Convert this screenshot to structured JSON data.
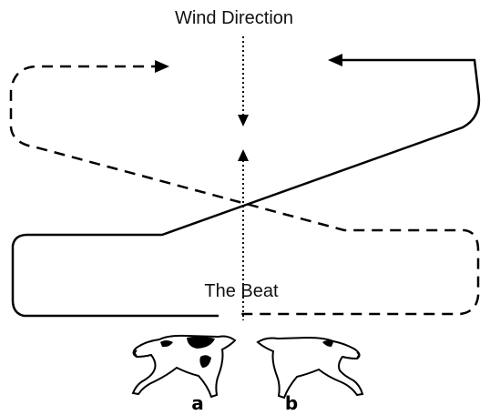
{
  "diagram": {
    "title": "Wind Direction",
    "beat_label": "The Beat",
    "dogs": [
      {
        "label": "a",
        "icon": "running-dog-icon"
      },
      {
        "label": "b",
        "icon": "running-dog-icon"
      }
    ],
    "paths": [
      {
        "name": "dog-a-path",
        "style": "dashed"
      },
      {
        "name": "dog-b-path",
        "style": "solid"
      },
      {
        "name": "wind-line",
        "style": "dotted"
      }
    ],
    "colors": {
      "ink": "#000000",
      "background": "#ffffff"
    }
  }
}
